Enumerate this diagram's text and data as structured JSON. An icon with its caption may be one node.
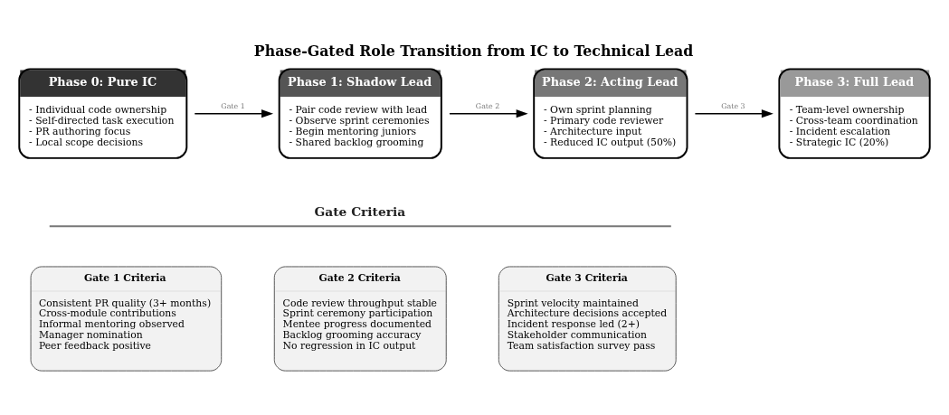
{
  "diagram": {
    "title": "Phase-Gated Role Transition from IC to Technical Lead",
    "nodes": [
      {
        "text": [
          "Phase 0: Pure IC",
          "- Individual code ownership",
          "- Self-directed task execution",
          "- PR authoring focus",
          "- Local scope decisions"
        ]
      },
      {
        "text": [
          "Phase 1: Shadow Lead",
          "- Pair code review with lead",
          "- Observe sprint ceremonies",
          "- Begin mentoring juniors",
          "- Shared backlog grooming"
        ]
      },
      {
        "text": [
          "Phase 2: Acting Lead",
          "- Own sprint planning",
          "- Primary code reviewer",
          "- Architecture input",
          "- Reduced IC output (50%)"
        ]
      },
      {
        "text": [
          "Phase 3: Full Lead",
          "- Team-level ownership",
          "- Cross-team coordination",
          "- Incident escalation",
          "- Strategic IC (20%)"
        ]
      },
      {
        "text": [
          "Gate 1 Criteria",
          "Consistent PR quality (3+ months)",
          "Cross-module contributions",
          "Informal mentoring observed",
          "Manager nomination",
          "Peer feedback positive"
        ]
      },
      {
        "text": [
          "Gate 2 Criteria",
          "Code review throughput stable",
          "Sprint ceremony participation",
          "Mentee progress documented",
          "Backlog grooming accuracy",
          "No regression in IC output"
        ]
      },
      {
        "text": [
          "Gate 3 Criteria",
          "Sprint velocity maintained",
          "Architecture decisions accepted",
          "Incident response led (2+)",
          "Stakeholder communication",
          "Team satisfaction survey pass"
        ]
      }
    ],
    "edges": [
      {
        "from": 0,
        "to": 1,
        "arrow": "to",
        "label": "Gate 1"
      },
      {
        "from": 1,
        "to": 2,
        "arrow": "to",
        "label": "Gate 2"
      },
      {
        "from": 2,
        "to": 3,
        "arrow": "to",
        "label": "Gate 3"
      }
    ],
    "labels": [
      "Gate Criteria"
    ]
  }
}
